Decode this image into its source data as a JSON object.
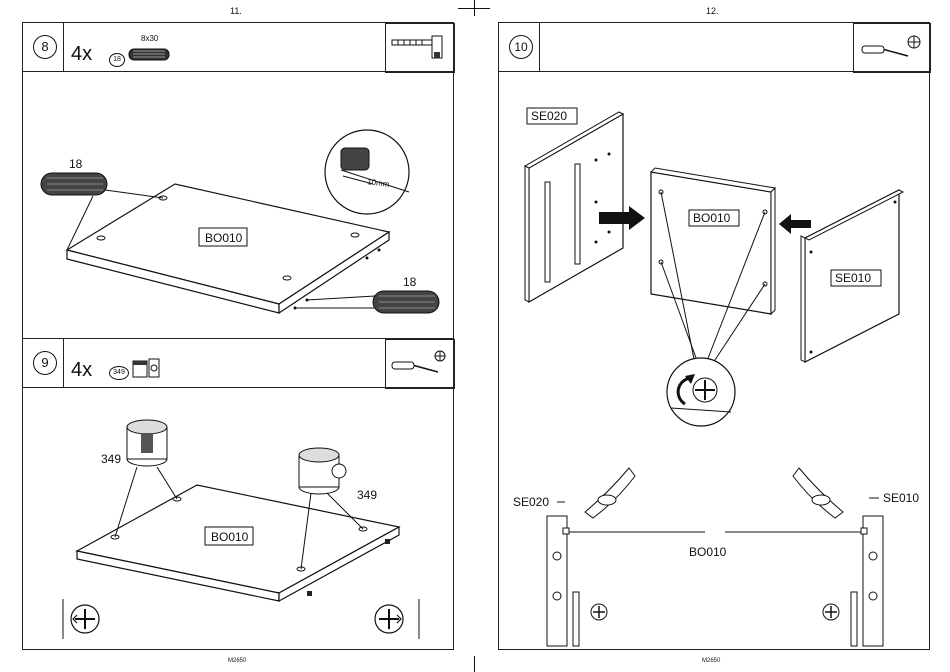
{
  "left_page": {
    "page_number": "11.",
    "footer_code": "M2650",
    "step8": {
      "number": "8",
      "quantity": "4x",
      "part_id": "18",
      "part_size": "8x30",
      "tool_icon": "hammer-icon",
      "labels": {
        "board": "BO010",
        "dowel_a": "18",
        "dowel_b": "18",
        "depth": "10mm"
      }
    },
    "step9": {
      "number": "9",
      "quantity": "4x",
      "part_id": "349",
      "tool_icon": "screwdriver-phillips-icon",
      "labels": {
        "board": "BO010",
        "cam_a": "349",
        "cam_b": "349"
      }
    }
  },
  "right_page": {
    "page_number": "12.",
    "footer_code": "M2650",
    "step10": {
      "number": "10",
      "tool_icon": "screwdriver-phillips-icon",
      "labels": {
        "left_panel": "SE020",
        "center_panel": "BO010",
        "right_panel": "SE010",
        "bottom_left": "SE020",
        "bottom_right": "SE010",
        "bottom_center": "BO010"
      }
    }
  }
}
